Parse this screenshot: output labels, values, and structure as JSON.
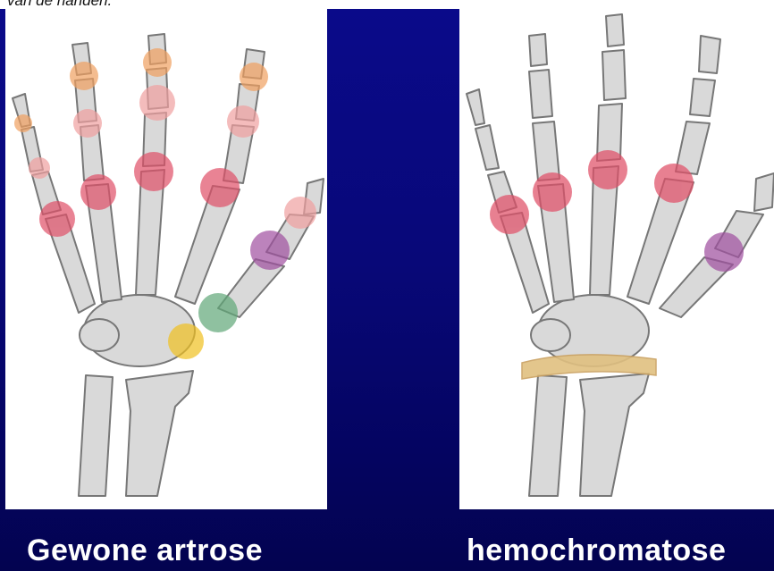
{
  "caption": "van de handen.",
  "panels": {
    "left": {
      "label": "Gewone artrose"
    },
    "right": {
      "label": "hemochromatose"
    }
  },
  "colors": {
    "background": "#08087a",
    "bone": "#d8d8d8",
    "bone_outline": "#7a7a7a",
    "joint_orange": "#f0a060",
    "joint_pink_light": "#f0a0a0",
    "joint_red": "#e05068",
    "joint_purple": "#a050a0",
    "joint_green": "#60a878",
    "joint_yellow": "#f0c020",
    "calcification_band": "#e0c080"
  }
}
